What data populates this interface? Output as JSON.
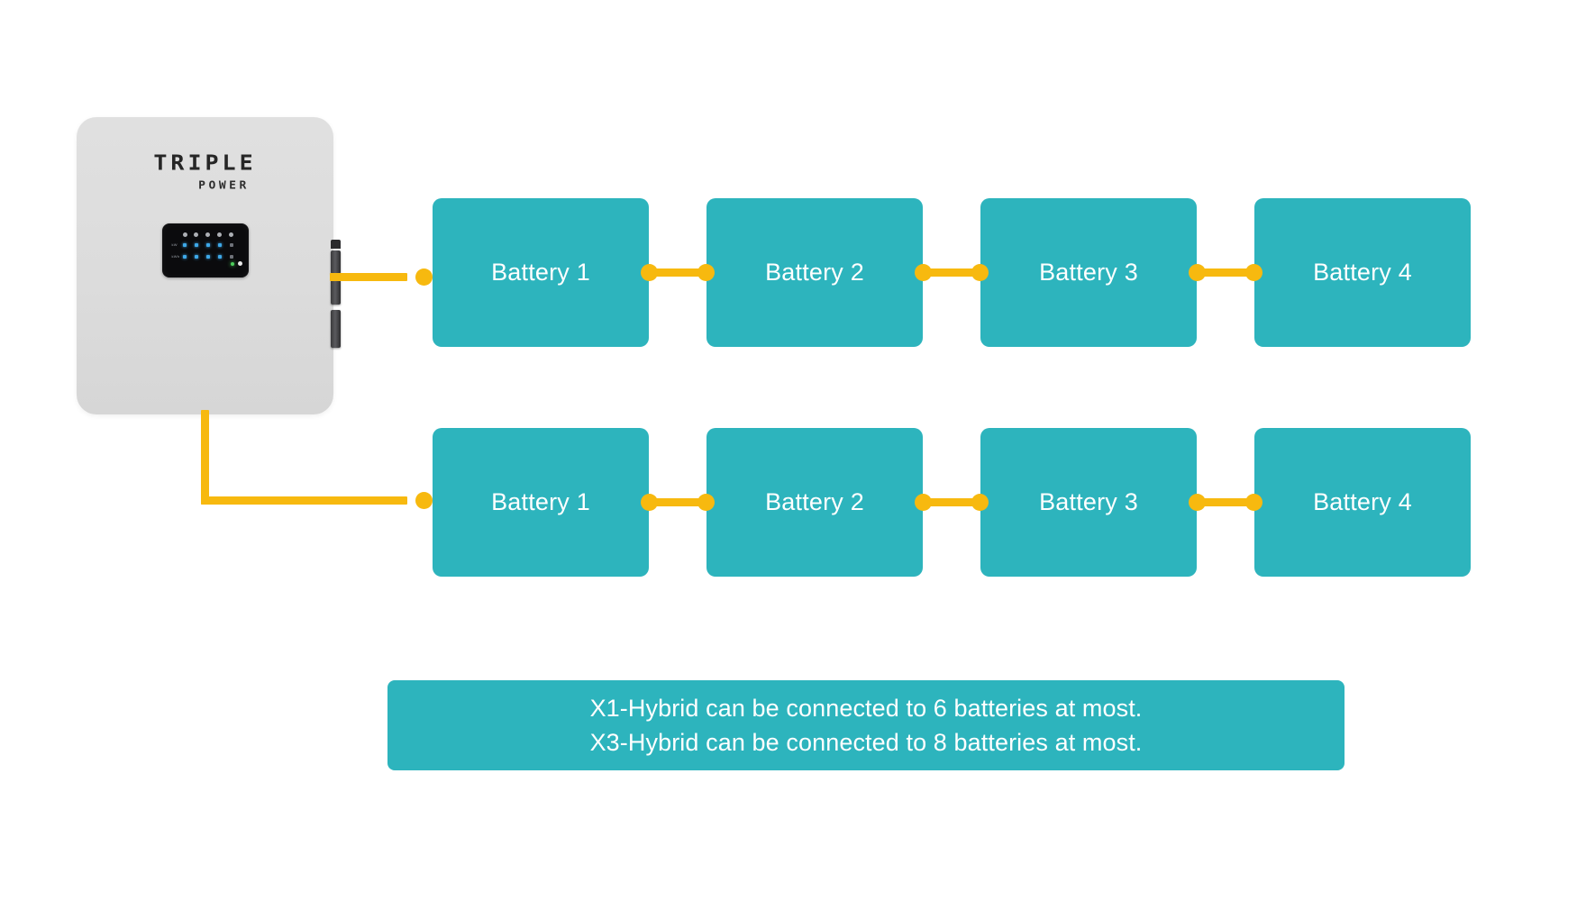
{
  "colors": {
    "battery_fill": "#2DB4BD",
    "wire": "#F7B90F",
    "inverter_body": "#DCDCDC",
    "panel": "#0B0B0D",
    "text_on_battery": "#FFFFFF",
    "background": "#FFFFFF"
  },
  "inverter": {
    "brand": "TRIPLE",
    "brand_sub": "POWER",
    "panel": {
      "icons": [
        "grid-icon",
        "pv-icon",
        "battery-icon",
        "load-icon",
        "fault-icon"
      ],
      "led_row_1_tag": "kW",
      "led_row_2_tag": "kWh",
      "status_leds": [
        "green-status-led",
        "white-status-led"
      ]
    },
    "ports": [
      "port-upper",
      "port-middle",
      "port-lower"
    ]
  },
  "rows": [
    {
      "name": "battery-row-top",
      "batteries": [
        {
          "label": "Battery 1"
        },
        {
          "label": "Battery 2"
        },
        {
          "label": "Battery 3"
        },
        {
          "label": "Battery 4"
        }
      ]
    },
    {
      "name": "battery-row-bottom",
      "batteries": [
        {
          "label": "Battery 1"
        },
        {
          "label": "Battery 2"
        },
        {
          "label": "Battery 3"
        },
        {
          "label": "Battery 4"
        }
      ]
    }
  ],
  "note": {
    "line1": "X1-Hybrid can be connected to 6 batteries at most.",
    "line2": "X3-Hybrid can be connected to 8 batteries at most."
  }
}
